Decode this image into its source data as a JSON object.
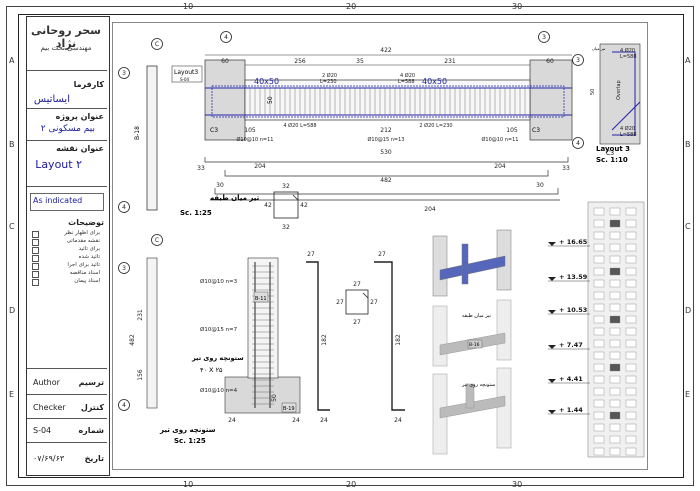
{
  "ruler": {
    "top": [
      "10",
      "20",
      "30"
    ],
    "bottom": [
      "10",
      "20",
      "30"
    ],
    "left": [
      "A",
      "B",
      "C",
      "D",
      "E"
    ],
    "right": [
      "A",
      "B",
      "C",
      "D",
      "E"
    ]
  },
  "title_block": {
    "firm_name": "سحر روحانی نژاد",
    "firm_sub": "مهندسی تحت بیم",
    "client_label": "کارفرما",
    "client_value": "ایساتیس",
    "project_label": "عنوان پروژه",
    "project_value": "بیم مسکونی ۲",
    "sheet_label": "عنوان نقشه",
    "sheet_value": "Layout ۲",
    "scale_value": "As indicated",
    "notes_label": "توضیحات",
    "notes": [
      "برای اظهار نظر",
      "نقشه مقدماتی",
      "برای تائید",
      "تائید شده",
      "تائید برای اجرا",
      "اسناد مناقصه",
      "اسناد پیمان"
    ],
    "drawn_label": "ترسیم",
    "drawn_value": "Author",
    "checked_label": "کنترل",
    "checked_value": "Checker",
    "number_label": "شماره",
    "number_value": "S-04",
    "date_label": "تاریخ",
    "date_value": "۰۷/۶۹/۶۳"
  },
  "drawing": {
    "grid_c": "C",
    "grid_3": "3",
    "grid_4": "4",
    "beam_section_label": "40x50",
    "beam_id_left": "B-18",
    "beam_id_col": "B-11",
    "beam_id_b19": "B-19",
    "beam_id_b16": "B-16",
    "column_c3": "C3",
    "layout3_tag": "Layout3",
    "layout3_sub": "S-04",
    "layout3_title": "Layout 3",
    "layout3_scale": "Sc. 1:10",
    "top_dims": [
      "60",
      "256",
      "35",
      "231",
      "60"
    ],
    "top_total": "422",
    "bar_2phi20_a": "2 Ø20\nL=230",
    "bar_4phi20_a": "4 Ø20\nL=588",
    "bar_labels_lower": [
      "Ø10@10 n=11",
      "Ø10@15 n=13",
      "Ø10@10 n=11"
    ],
    "lower_dims": [
      "105",
      "212",
      "105"
    ],
    "lower_bars": [
      "4 Ø20 L=588",
      "2 Ø20 L=230"
    ],
    "stirrup_dims": [
      "530",
      "204",
      "482",
      "204",
      "204"
    ],
    "side_dims": [
      "33",
      "30",
      "30",
      "33"
    ],
    "sec1_dims": [
      "32",
      "42",
      "42",
      "32"
    ],
    "sec1_title": "تیر میان طبقه",
    "sec1_scale": "Sc. 1:25",
    "col_labels": [
      "Ø10@10 n=3",
      "Ø10@15 n=7",
      "Ø10@10 n=4"
    ],
    "col_dims": [
      "231",
      "482",
      "156",
      "50",
      "24",
      "24"
    ],
    "col_title": "ستونچه روی تیر",
    "col_size": "۴۰ X ۲۵",
    "col_scale": "Sc. 1:25",
    "sec2_dims": [
      "27",
      "27",
      "27",
      "27",
      "182",
      "182"
    ],
    "iso_label_1": "تیر میان طبقه",
    "iso_label_2": "ستونچه روی تیر",
    "layout3_dims": [
      "4 Ø20",
      "L=588",
      "4 Ø20",
      "L=588",
      "50",
      "Overlap"
    ],
    "elevations": [
      "+ 16.65",
      "+ 13.59",
      "+ 10.53",
      "+ 7.47",
      "+ 4.41",
      "+ 1.44"
    ],
    "mini_label": "تیر میان"
  }
}
